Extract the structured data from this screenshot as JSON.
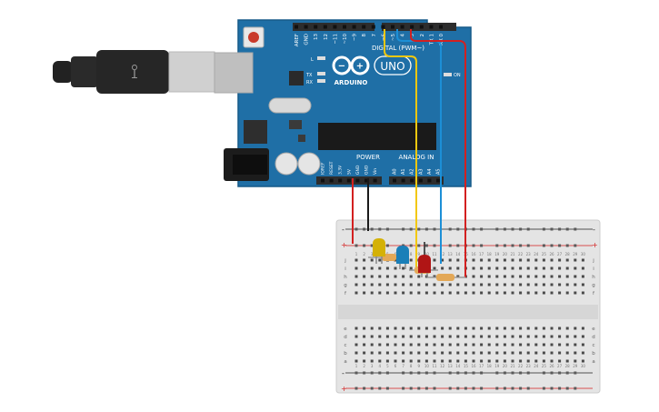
{
  "arduino": {
    "brand": "ARDUINO",
    "model": "UNO",
    "digital_header": "DIGITAL (PWM~)",
    "power_label": "POWER",
    "analog_label": "ANALOG IN",
    "on_label": "ON",
    "tx_label": "TX",
    "rx_label": "RX",
    "l_label": "L",
    "digital_pins": [
      "AREF",
      "GND",
      "13",
      "12",
      "~11",
      "~10",
      "~9",
      "8",
      "7",
      "~6",
      "~5",
      "4",
      "~3",
      "2",
      "TX 1",
      "RX 0"
    ],
    "power_pins": [
      "IOREF",
      "RESET",
      "3.3V",
      "5V",
      "GND",
      "GND",
      "Vin"
    ],
    "analog_pins": [
      "A0",
      "A1",
      "A2",
      "A3",
      "A4",
      "A5"
    ],
    "board_color": "#1f6fa6",
    "header_color": "#2d2d2d"
  },
  "breadboard": {
    "row_letters_top": [
      "j",
      "i",
      "h",
      "g",
      "f"
    ],
    "row_letters_bottom": [
      "e",
      "d",
      "c",
      "b",
      "a"
    ],
    "column_numbers": [
      "1",
      "2",
      "3",
      "4",
      "5",
      "6",
      "7",
      "8",
      "9",
      "10",
      "11",
      "12",
      "13",
      "14",
      "15",
      "16",
      "17",
      "18",
      "19",
      "20",
      "21",
      "22",
      "23",
      "24",
      "25",
      "26",
      "27",
      "28",
      "29",
      "30"
    ],
    "rail_plus": "+",
    "rail_minus": "-"
  },
  "components": {
    "leds": [
      {
        "name": "yellow-led",
        "color": "#d4b106"
      },
      {
        "name": "blue-led",
        "color": "#1a7fb8"
      },
      {
        "name": "red-led",
        "color": "#b01515"
      }
    ],
    "resistor_color": "#e3a857"
  },
  "wires": {
    "power_red": "#d32020",
    "ground_black": "#1a1a1a",
    "signal_yellow": "#f2c80f",
    "signal_blue": "#1c8fd6",
    "signal_red": "#d32020"
  },
  "usb_cable": {
    "plug_color": "#cfcfcf",
    "cable_color": "#2a2a2a"
  }
}
